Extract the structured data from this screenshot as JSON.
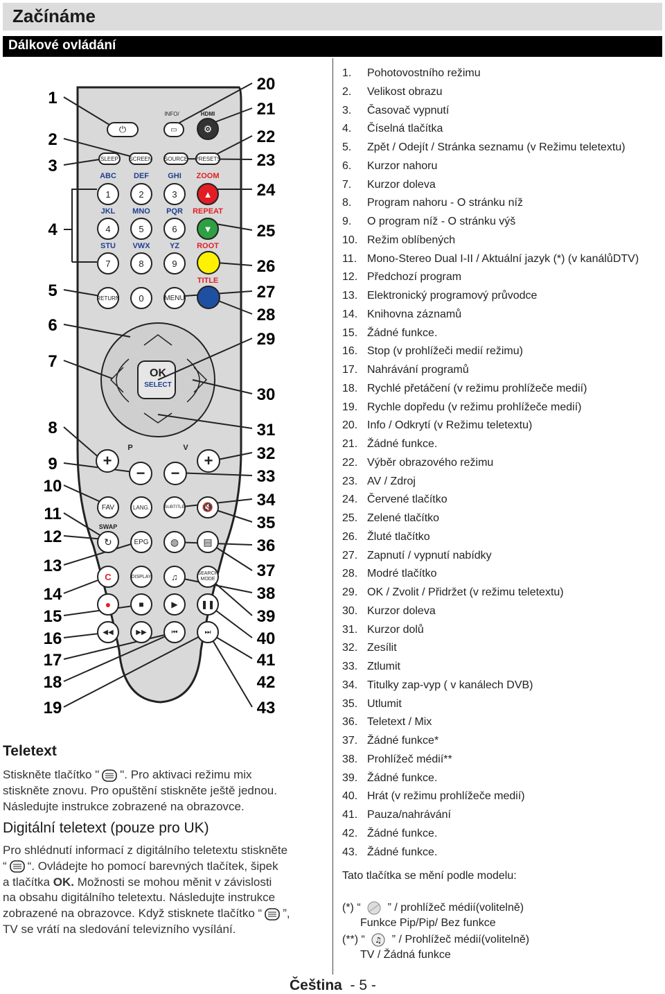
{
  "header": {
    "title": "Začínáme",
    "section": "Dálkové ovládání"
  },
  "remote": {
    "left_numbers": [
      "1",
      "2",
      "3",
      "4",
      "5",
      "6",
      "7",
      "8",
      "9",
      "10",
      "11",
      "12",
      "13",
      "14",
      "15",
      "16",
      "17",
      "18",
      "19"
    ],
    "right_numbers": [
      "20",
      "21",
      "22",
      "23",
      "24",
      "25",
      "26",
      "27",
      "28",
      "29",
      "30",
      "31",
      "32",
      "33",
      "34",
      "35",
      "36",
      "37",
      "38",
      "39",
      "40",
      "41",
      "42",
      "43"
    ],
    "labels": {
      "info": "INFO/",
      "hdmi": "HDMI",
      "sleep": "SLEEP",
      "screen": "SCREEN",
      "source": "SOURCE",
      "presets": "PRESETS",
      "abc": "ABC",
      "def": "DEF",
      "ghi": "GHI",
      "zoom": "ZOOM",
      "jkl": "JKL",
      "mno": "MNO",
      "pqr": "PQR",
      "repeat": "REPEAT",
      "stu": "STU",
      "vwx": "VWX",
      "yz": "YZ",
      "root": "ROOT",
      "title": "TITLE",
      "d1": "1",
      "d2": "2",
      "d3": "3",
      "d4": "4",
      "d5": "5",
      "d6": "6",
      "d7": "7",
      "d8": "8",
      "d9": "9",
      "d0": "0",
      "return": "RETURN",
      "menu": "MENU",
      "ok": "OK",
      "select": "SELECT",
      "p": "P",
      "v": "V",
      "fav": "FAV",
      "lang": "LANG.",
      "subtitle": "SUBTITLE",
      "swap": "SWAP",
      "epg": "EPG",
      "c": "C",
      "display": "DISPLAY",
      "search": "SEARCH",
      "mode": "MODE"
    },
    "colors": {
      "red": "#e31d24",
      "green": "#2ea043",
      "yellow": "#fff200",
      "blue": "#1f4fa0"
    }
  },
  "list_items": [
    {
      "n": "1.",
      "t": "Pohotovostního režimu"
    },
    {
      "n": "2.",
      "t": "Velikost obrazu"
    },
    {
      "n": "3.",
      "t": "Časovač vypnutí"
    },
    {
      "n": "4.",
      "t": "Číselná tlačítka"
    },
    {
      "n": "5.",
      "t": "Zpět / Odejít / Stránka seznamu (v Režimu teletextu)"
    },
    {
      "n": "6.",
      "t": "Kurzor nahoru"
    },
    {
      "n": "7.",
      "t": "Kurzor doleva"
    },
    {
      "n": "8.",
      "t": "Program nahoru - O stránku níž"
    },
    {
      "n": "9.",
      "t": "O program níž - O stránku výš"
    },
    {
      "n": "10.",
      "t": "Režim oblíbených"
    },
    {
      "n": "11.",
      "t": "Mono-Stereo Dual I-II / Aktuální jazyk (*)  (v kanálůDTV)"
    },
    {
      "n": "12.",
      "t": "Předchozí program"
    },
    {
      "n": "13.",
      "t": "Elektronický programový průvodce"
    },
    {
      "n": "14.",
      "t": "Knihovna záznamů"
    },
    {
      "n": "15.",
      "t": "Žádné funkce."
    },
    {
      "n": "16.",
      "t": "Stop (v prohlížeči medií režimu)"
    },
    {
      "n": "17.",
      "t": "Nahrávání programů"
    },
    {
      "n": "18.",
      "t": "Rychlé přetáčení (v režimu prohlížeče medií)"
    },
    {
      "n": "19.",
      "t": "Rychle dopředu (v režimu prohlížeče medií)"
    },
    {
      "n": "20.",
      "t": "Info / Odkrytí (v Režimu teletextu)"
    },
    {
      "n": "21.",
      "t": "Žádné funkce."
    },
    {
      "n": "22.",
      "t": "Výběr obrazového režimu"
    },
    {
      "n": "23.",
      "t": "AV / Zdroj"
    },
    {
      "n": "24.",
      "t": "Červené tlačítko"
    },
    {
      "n": "25.",
      "t": "Zelené tlačítko"
    },
    {
      "n": "26.",
      "t": "Žluté tlačítko"
    },
    {
      "n": "27.",
      "t": "Zapnutí / vypnutí nabídky"
    },
    {
      "n": "28.",
      "t": "Modré tlačítko"
    },
    {
      "n": "29.",
      "t": "OK / Zvolit / Přidržet (v režimu teletextu)"
    },
    {
      "n": "30.",
      "t": "Kurzor doleva"
    },
    {
      "n": "31.",
      "t": "Kurzor dolů"
    },
    {
      "n": "32.",
      "t": "Zesílit"
    },
    {
      "n": "33.",
      "t": "Ztlumit"
    },
    {
      "n": "34.",
      "t": "Titulky zap-vyp ( v kanálech DVB)"
    },
    {
      "n": "35.",
      "t": "Utlumit"
    },
    {
      "n": "36.",
      "t": "Teletext / Mix"
    },
    {
      "n": "37.",
      "t": "Žádné funkce*"
    },
    {
      "n": "38.",
      "t": "Prohlížeč médií**"
    },
    {
      "n": "39.",
      "t": "Žádné funkce."
    },
    {
      "n": "40.",
      "t": "Hrát (v režimu prohlížeče medií)"
    },
    {
      "n": "41.",
      "t": "Pauza/nahrávání"
    },
    {
      "n": "42.",
      "t": "Žádné funkce."
    },
    {
      "n": "43.",
      "t": "Žádné funkce."
    }
  ],
  "notes": {
    "heading": "Tato tlačítka se mění podle modelu:",
    "n1_a": "(*) “",
    "n1_b": "” / prohlížeč médií(volitelně)",
    "n1_c": "Funkce Pip/Pip/ Bez funkce",
    "n2_a": "(**) “",
    "n2_b": "” / Prohlížeč médií(volitelně)",
    "n2_c": "TV / Žádná funkce"
  },
  "teletext": {
    "heading": "Teletext",
    "p1_a": "Stiskněte tlačítko \"",
    "p1_b": "\". Pro aktivaci režimu mix",
    "p1_c": "stiskněte znovu. Pro opuštění stiskněte ještě jednou.",
    "p1_d": "Následujte instrukce zobrazené na obrazovce."
  },
  "digital": {
    "heading": "Digitální teletext (pouze pro UK)",
    "l1": "Pro shlédnutí informací z digitálního teletextu stiskněte",
    "l2_a": "“",
    "l2_b": "“. Ovládejte ho  pomocí barevných tlačítek, šipek",
    "l3_a": "a tlačítka ",
    "l3_b": "OK.",
    "l3_c": " Možnosti se mohou měnit v závislosti",
    "l4": "na obsahu digitálního teletextu. Následujte instrukce",
    "l5_a": "zobrazené na obrazovce. Když stisknete tlačítko “",
    "l5_b": "”,",
    "l6": "TV se vrátí na sledování televizního vysílání."
  },
  "footer": {
    "lang": "Čeština",
    "page": "- 5 -"
  }
}
